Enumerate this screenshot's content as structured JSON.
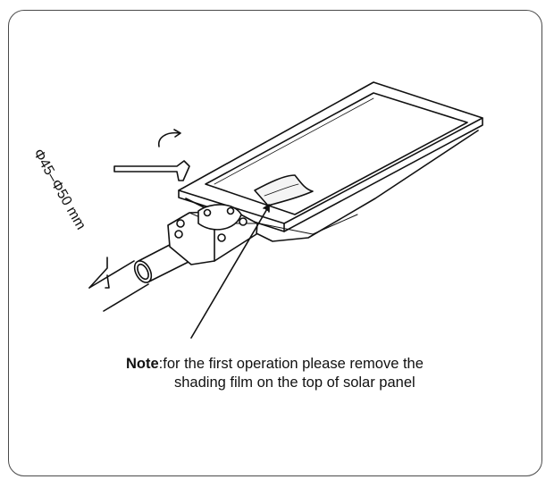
{
  "dimension": {
    "pipe_diameter": "Φ45–Φ50 mm"
  },
  "note": {
    "lead": "Note",
    "text_line1": ":for the first operation please remove the",
    "text_line2": "shading film on the top of solar panel"
  }
}
